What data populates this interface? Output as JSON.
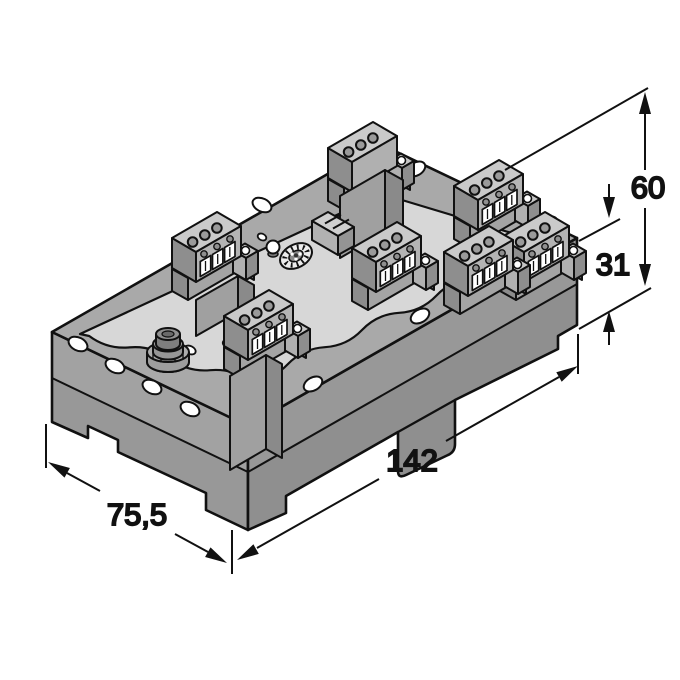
{
  "dimensions": {
    "overall_height": "60",
    "base_height": "31",
    "length": "142",
    "width": "75,5"
  },
  "colors": {
    "line": "#111111",
    "background": "#ffffff",
    "top_plate": "#d7d7d7",
    "band_gray": "#a9a9a9",
    "side_gray": "#9c9c9c",
    "dark_gray": "#8c8c8c"
  }
}
